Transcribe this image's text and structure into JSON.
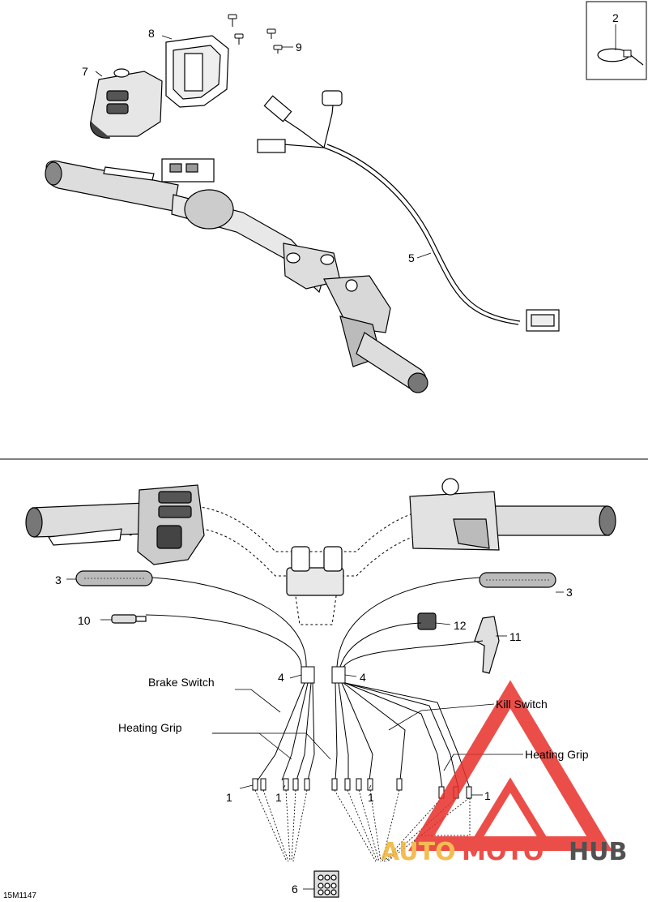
{
  "diagram_code": "15M1147",
  "callouts": {
    "c1a": "1",
    "c1b": "1",
    "c1c": "1",
    "c1d": "1",
    "c2": "2",
    "c3a": "3",
    "c3b": "3",
    "c4a": "4",
    "c4b": "4",
    "c5": "5",
    "c6": "6",
    "c7": "7",
    "c8": "8",
    "c9": "9",
    "c10": "10",
    "c11": "11",
    "c12": "12"
  },
  "labels": {
    "brake_switch": "Brake Switch",
    "heating_grip_left": "Heating Grip",
    "kill_switch": "Kill Switch",
    "heating_grip_right": "Heating Grip"
  },
  "watermark": {
    "part1": "AUTO",
    "part2": "MOTO",
    "part3": "HUB",
    "color_primary": "#e8302a",
    "color_secondary": "#f2b233",
    "color_dark": "#333333"
  }
}
